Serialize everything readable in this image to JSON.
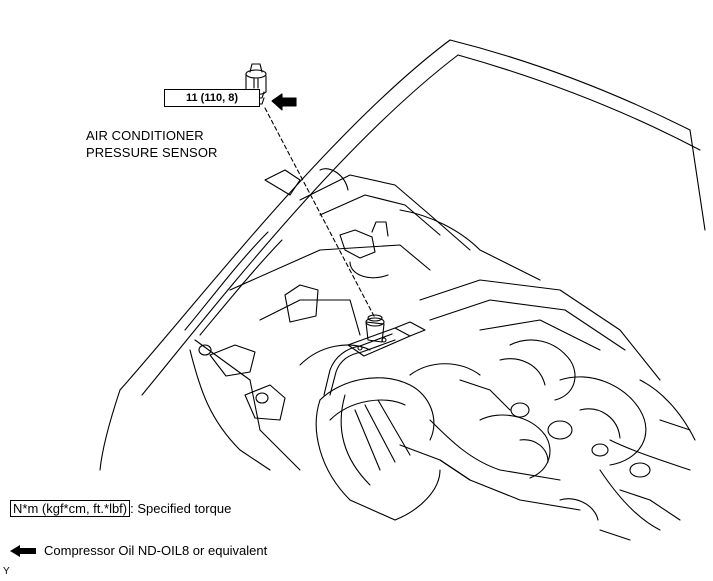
{
  "torque_callout": "11 (110, 8)",
  "part_label": [
    "AIR CONDITIONER",
    "PRESSURE SENSOR"
  ],
  "legend": {
    "torque_unit": "N*m (kgf*cm, ft.*lbf)",
    "torque_text": ": Specified torque",
    "oil_text": "Compressor Oil ND-OIL8 or equivalent"
  },
  "corner_code": "Y",
  "icons": {
    "arrow": "filled-arrow-left-icon",
    "sensor": "pressure-sensor-icon"
  }
}
